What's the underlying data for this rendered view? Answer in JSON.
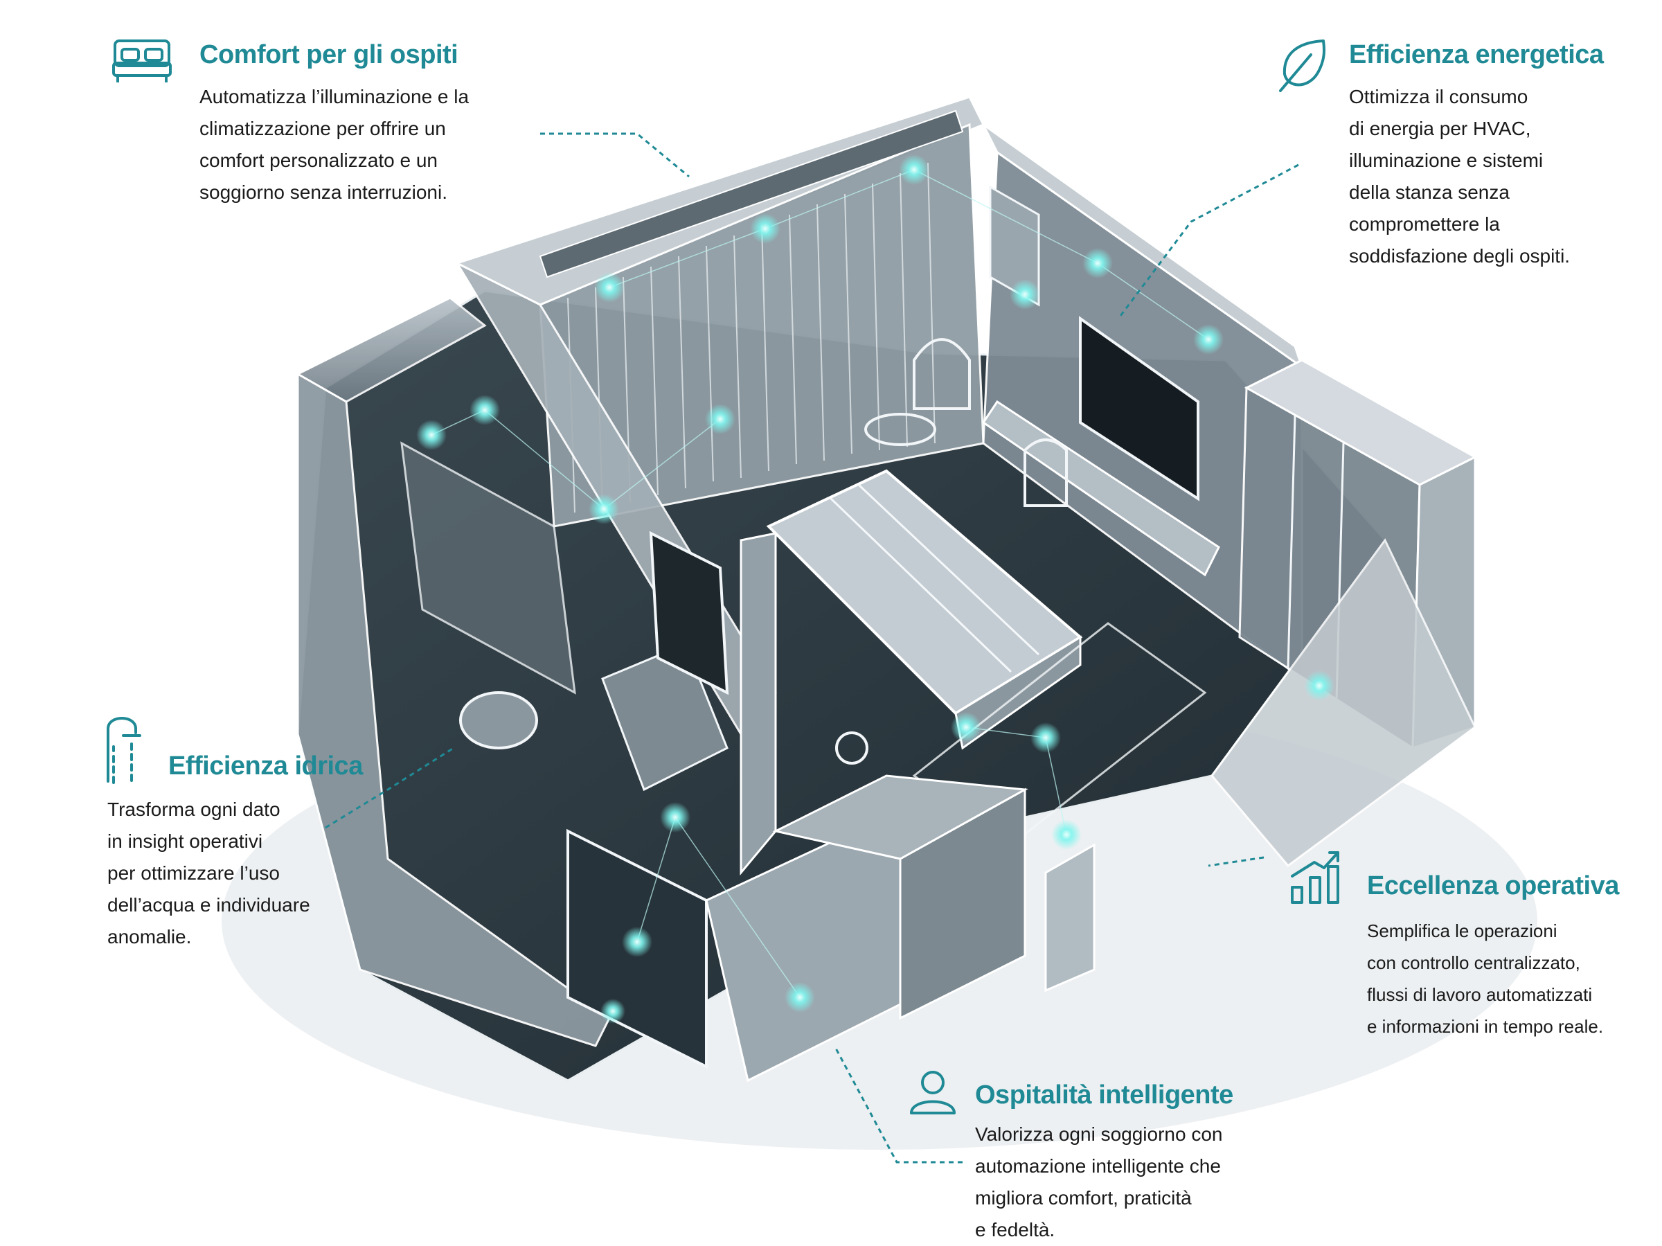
{
  "callouts": {
    "comfort": {
      "icon": "bed-icon",
      "title": "Comfort per gli ospiti",
      "body": "Automatizza l’illuminazione e la\nclimatizzazione per offrire un\ncomfort personalizzato e un\nsoggiorno senza interruzioni."
    },
    "energy": {
      "icon": "leaf-icon",
      "title": "Efficienza energetica",
      "body": "Ottimizza il consumo\ndi energia per HVAC,\nilluminazione e sistemi\ndella stanza senza\ncompromettere la\nsoddisfazione degli ospiti."
    },
    "water": {
      "icon": "shower-icon",
      "title": "Efficienza idrica",
      "body": "Trasforma ogni dato\nin insight operativi\nper ottimizzare l’uso\ndell’acqua e individuare\nanomalie."
    },
    "ops": {
      "icon": "growth-chart-icon",
      "title": "Eccellenza operativa",
      "body": "Semplifica le operazioni\ncon controllo centralizzato,\nflussi di lavoro automatizzati\ne informazioni in tempo reale."
    },
    "hospitality": {
      "icon": "user-icon",
      "title": "Ospitalità intelligente",
      "body": "Valorizza ogni soggiorno con\nautomazione intelligente che\nmigliora comfort, praticità\ne fedeltà."
    }
  },
  "colors": {
    "accent": "#1f8a95",
    "text": "#1a1a1a",
    "sensor_glow": "#7ff5ee",
    "room_floor": "#2d3a42",
    "room_wall": "#a9b4bc",
    "wireframe": "#f2f6f8"
  }
}
